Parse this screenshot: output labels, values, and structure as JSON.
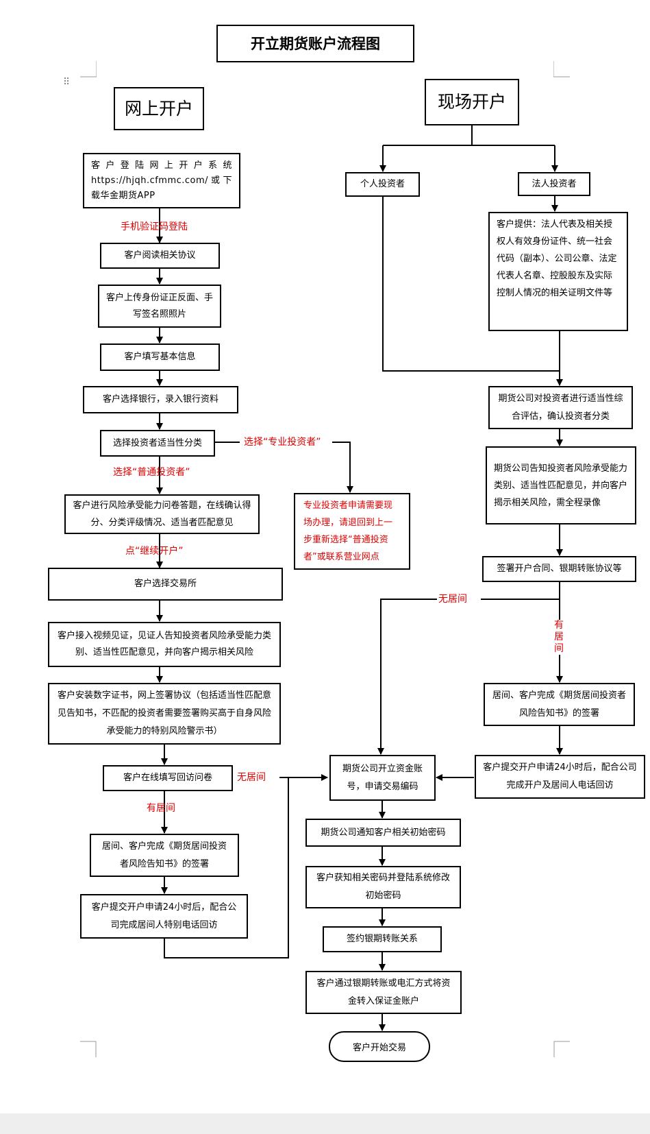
{
  "title": "开立期货账户流程图",
  "online": {
    "header": "网上开户",
    "steps": {
      "login": "客户登陆网上开户系统https://hjqh.cfmmc.com/或下载华金期货APP",
      "sms": "手机验证码登陆",
      "read": "客户阅读相关协议",
      "upload": "客户上传身份证正反面、手写签名照照片",
      "basic": "客户填写基本信息",
      "bank": "客户选择银行，录入银行资料",
      "classify": "选择投资者适当性分类",
      "choose_pro": "选择“专业投资者”",
      "pro_note": "专业投资者申请需要现场办理，请退回到上一步重新选择“普通投资者”或联系营业网点",
      "choose_normal": "选择“普通投资者”",
      "risk_quiz": "客户进行风险承受能力问卷答题，在线确认得分、分类评级情况、适当者匹配意见",
      "continue": "点“继续开户”",
      "exchange": "客户选择交易所",
      "video": "客户接入视频见证，见证人告知投资者风险承受能力类别、适当性匹配意见，并向客户揭示相关风险",
      "cert": "客户安装数字证书，网上签署协议（包括适当性匹配意见告知书，不匹配的投资者需要签署购买高于自身风险承受能力的特别风险警示书）",
      "revisit": "客户在线填写回访问卷",
      "no_broker": "无居间",
      "has_broker": "有居间",
      "broker_sign": "居间、客户完成《期货居间投资者风险告知书》的签署",
      "submit_24h": "客户提交开户申请24小时后，配合公司完成居间人特别电话回访"
    }
  },
  "onsite": {
    "header": "现场开户",
    "individual": "个人投资者",
    "legal": "法人投资者",
    "legal_docs": "客户提供：法人代表及相关授权人有效身份证件、统一社会代码（副本）、公司公章、法定代表人名章、控股股东及实际控制人情况的相关证明文件等",
    "assess": "期货公司对投资者进行适当性综合评估，确认投资者分类",
    "inform": "期货公司告知投资者风险承受能力类别、适当性匹配意见，并向客户揭示相关风险，需全程录像",
    "contract": "签署开户合同、银期转账协议等",
    "no_broker": "无居间",
    "has_broker": "有\n居\n间",
    "broker_sign": "居间、客户完成《期货居间投资者风险告知书》的签署",
    "submit_24h": "客户提交开户申请24小时后，配合公司完成开户及居间人电话回访"
  },
  "common": {
    "open_account": "期货公司开立资金账号，申请交易编码",
    "notify_pwd": "期货公司通知客户相关初始密码",
    "change_pwd": "客户获知相关密码并登陆系统修改初始密码",
    "bank_link": "签约银期转账关系",
    "deposit": "客户通过银期转账或电汇方式将资金转入保证金账户",
    "start": "客户开始交易"
  }
}
